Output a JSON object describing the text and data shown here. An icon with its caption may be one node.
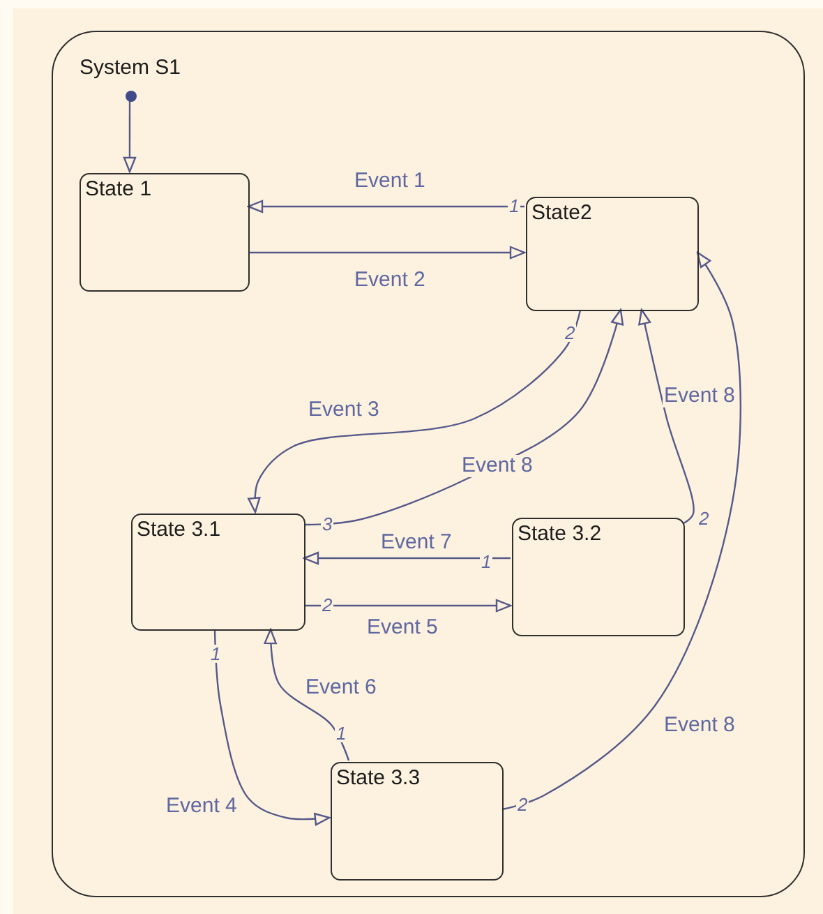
{
  "diagram": {
    "nodes": [
      {
        "text": [
          "System S1"
        ]
      },
      {
        "text": [],
        "shape": "circle",
        "in": 0
      },
      {
        "text": [
          "State 1"
        ],
        "in": 0
      },
      {
        "text": [
          "State2"
        ],
        "in": 0
      },
      {
        "text": [
          "State 3.1"
        ],
        "in": 0
      },
      {
        "text": [
          "State 3.2"
        ],
        "in": 0
      },
      {
        "text": [
          "State 3.3"
        ],
        "in": 0
      }
    ],
    "edges": [
      {
        "from": 1,
        "to": 2,
        "arrow": "to"
      },
      {
        "from": 3,
        "to": 2,
        "arrow": "to",
        "label": "Event 1"
      },
      {
        "from": 2,
        "to": 3,
        "arrow": "to",
        "label": "Event 2"
      },
      {
        "from": 3,
        "to": 4,
        "arrow": "to",
        "label": "Event 3"
      },
      {
        "from": 4,
        "to": 3,
        "arrow": "to",
        "label": "Event 8"
      },
      {
        "from": 5,
        "to": 3,
        "arrow": "to",
        "label": "Event 8"
      },
      {
        "from": 5,
        "to": 4,
        "arrow": "to",
        "label": "Event 7"
      },
      {
        "from": 4,
        "to": 5,
        "arrow": "to",
        "label": "Event 5"
      },
      {
        "from": 4,
        "to": 6,
        "arrow": "to",
        "label": "Event 4"
      },
      {
        "from": 6,
        "to": 4,
        "arrow": "to",
        "label": "Event 6"
      },
      {
        "from": 6,
        "to": 3,
        "arrow": "to",
        "label": "Event 8"
      }
    ],
    "labels": [
      "1",
      "2",
      "2",
      "3",
      "1",
      "2",
      "1",
      "1",
      "2"
    ]
  }
}
